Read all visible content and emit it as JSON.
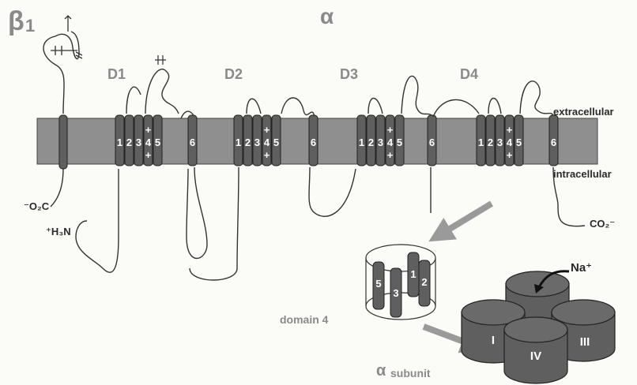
{
  "labels": {
    "beta_symbol": "β",
    "beta_subscript": "1",
    "alpha": "α",
    "extracellular": "extracellular",
    "intracellular": "intracellular",
    "carboxyl_left": "⁻O₂C",
    "carboxyl_right": "CO₂⁻",
    "amino": "⁺H₃N",
    "domain_4": "domain 4",
    "alpha_subunit_symbol": "α",
    "alpha_subunit_word": "subunit",
    "sodium": "Na⁺"
  },
  "domains": [
    {
      "name": "D1",
      "helices": [
        "1",
        "2",
        "3",
        "4",
        "5",
        "6"
      ],
      "s4_charges": [
        "+",
        "+"
      ]
    },
    {
      "name": "D2",
      "helices": [
        "1",
        "2",
        "3",
        "4",
        "5",
        "6"
      ],
      "s4_charges": [
        "+",
        "+"
      ]
    },
    {
      "name": "D3",
      "helices": [
        "1",
        "2",
        "3",
        "4",
        "5",
        "6"
      ],
      "s4_charges": [
        "+",
        "+"
      ]
    },
    {
      "name": "D4",
      "helices": [
        "1",
        "2",
        "3",
        "4",
        "5",
        "6"
      ],
      "s4_charges": [
        "+",
        "+"
      ]
    }
  ],
  "domain4_barrel": {
    "helices": [
      "5",
      "3",
      "1",
      "2"
    ]
  },
  "subunit_cylinders": [
    "I",
    "III",
    "IV"
  ],
  "colors": {
    "membrane": "#8f8f8f",
    "helix": "#5f5f5f",
    "label_grey": "#8a8a8a",
    "arrow": "#9a9a9a",
    "background": "#fbfbf7"
  }
}
